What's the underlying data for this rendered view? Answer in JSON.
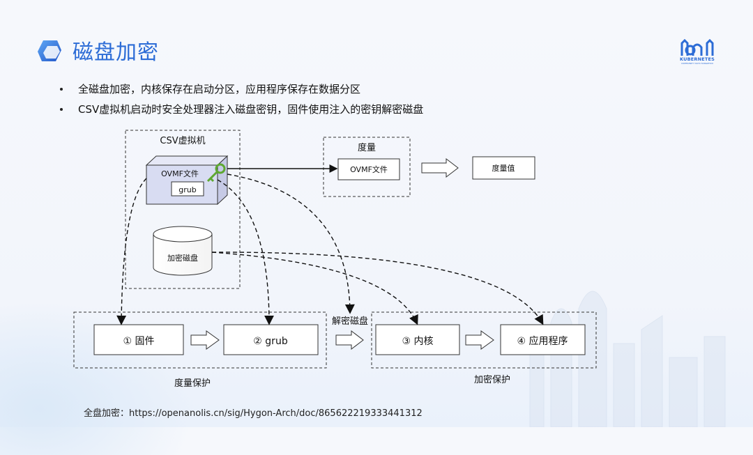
{
  "title": "磁盘加密",
  "brand": {
    "name": "KUBERNETES",
    "tagline": "COMMUNITY DAYS HANGZHOU"
  },
  "bullets": [
    "全磁盘加密，内核保存在启动分区，应用程序保存在数据分区",
    "CSV虚拟机启动时安全处理器注入磁盘密钥，固件使用注入的密钥解密磁盘"
  ],
  "diagram": {
    "csv_vm_label": "CSV虚拟机",
    "ovmf_file": "OVMF文件",
    "grub_inner": "grub",
    "encrypted_disk": "加密磁盘",
    "measure_label": "度量",
    "measure_ovmf": "OVMF文件",
    "measure_value": "度量值",
    "step1": "① 固件",
    "step2": "② grub",
    "step3": "③ 内核",
    "step4": "④ 应用程序",
    "decrypt_disk": "解密磁盘",
    "measure_protect": "度量保护",
    "encrypt_protect": "加密保护"
  },
  "footer": "全盘加密：https://openanolis.cn/sig/Hygon-Arch/doc/865622219333441312",
  "colors": {
    "accent": "#2c6cd6",
    "key_green": "#5ea832",
    "box_fill": "#d8dcf2"
  }
}
